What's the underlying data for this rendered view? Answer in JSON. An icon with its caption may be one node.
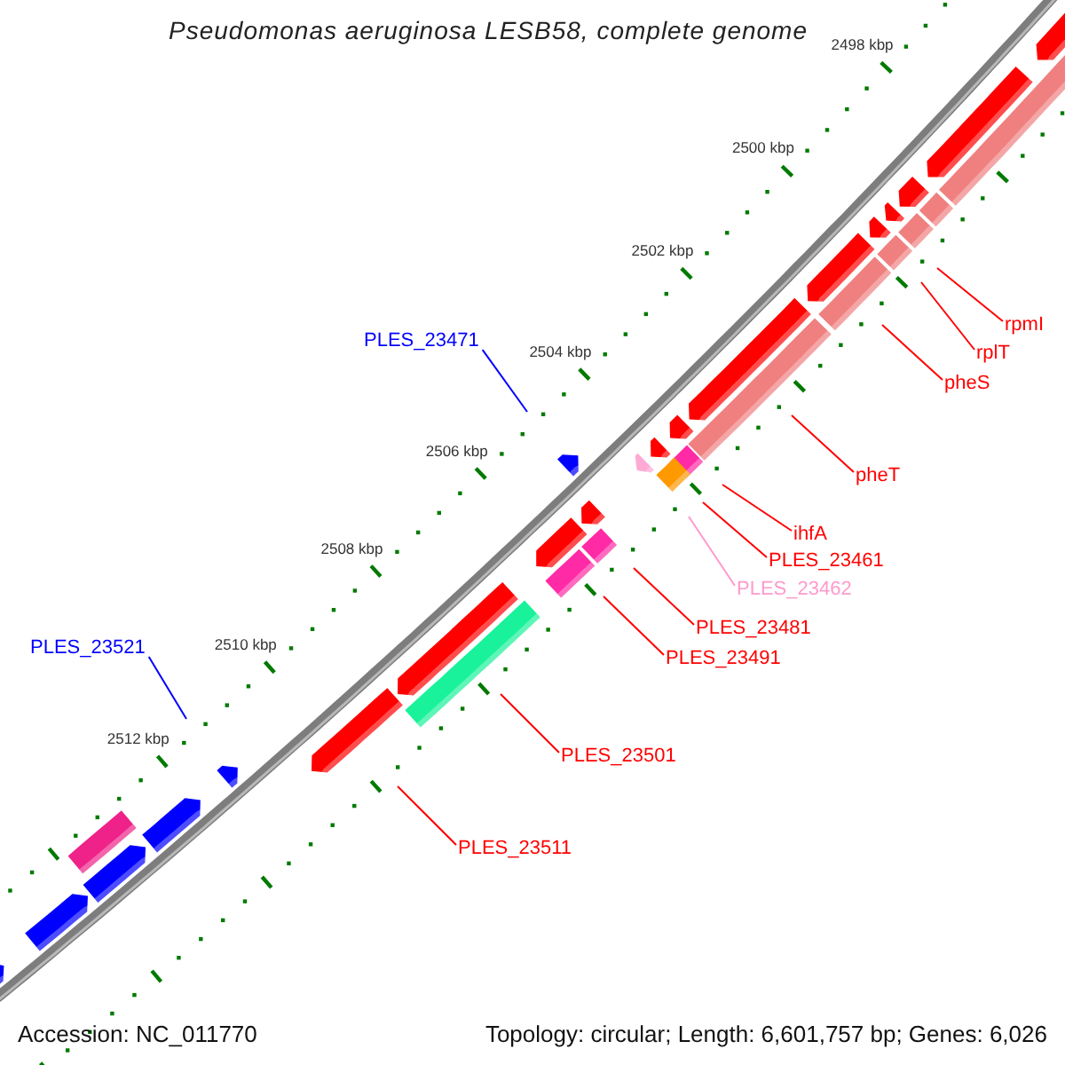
{
  "diagram": {
    "title": "Pseudomonas aeruginosa LESB58, complete genome",
    "nodes": [
      {
        "text": [
          "rpmI"
        ]
      },
      {
        "text": [
          "PLES_23471"
        ]
      },
      {
        "text": [
          "rplT"
        ]
      },
      {
        "text": [
          "pheS"
        ]
      },
      {
        "text": [
          "pheT"
        ]
      },
      {
        "text": [
          "ihfA"
        ]
      },
      {
        "text": [
          "PLES_23461"
        ]
      },
      {
        "text": [
          "PLES_23462"
        ]
      },
      {
        "text": [
          "PLES_23481"
        ]
      },
      {
        "text": [
          "PLES_23521"
        ]
      },
      {
        "text": [
          "PLES_23491"
        ]
      },
      {
        "text": [
          "PLES_23501"
        ]
      },
      {
        "text": [
          "PLES_23511"
        ]
      }
    ],
    "edges": [
      {
        "from": 0,
        "to": null,
        "arrow": "none"
      },
      {
        "from": 1,
        "to": null,
        "arrow": "none",
        "color": "#0000ff"
      },
      {
        "from": 2,
        "to": null,
        "arrow": "none"
      },
      {
        "from": 3,
        "to": null,
        "arrow": "none"
      },
      {
        "from": 4,
        "to": null,
        "arrow": "none"
      },
      {
        "from": 5,
        "to": null,
        "arrow": "none"
      },
      {
        "from": 6,
        "to": null,
        "arrow": "none"
      },
      {
        "from": 7,
        "to": null,
        "arrow": "none",
        "color": "#ff99cc"
      },
      {
        "from": 8,
        "to": null,
        "arrow": "none"
      },
      {
        "from": 9,
        "to": null,
        "arrow": "none",
        "color": "#0000ff"
      },
      {
        "from": 10,
        "to": null,
        "arrow": "none"
      },
      {
        "from": 11,
        "to": null,
        "arrow": "none"
      },
      {
        "from": 12,
        "to": null,
        "arrow": "none"
      }
    ],
    "labels": [
      "2498 kbp",
      "2500 kbp",
      "2502 kbp",
      "2504 kbp",
      "2506 kbp",
      "2508 kbp",
      "2510 kbp",
      "2512 kbp",
      "Accession: NC_011770",
      "Topology: circular; Length: 6,601,757 bp; Genes: 6,026"
    ]
  }
}
